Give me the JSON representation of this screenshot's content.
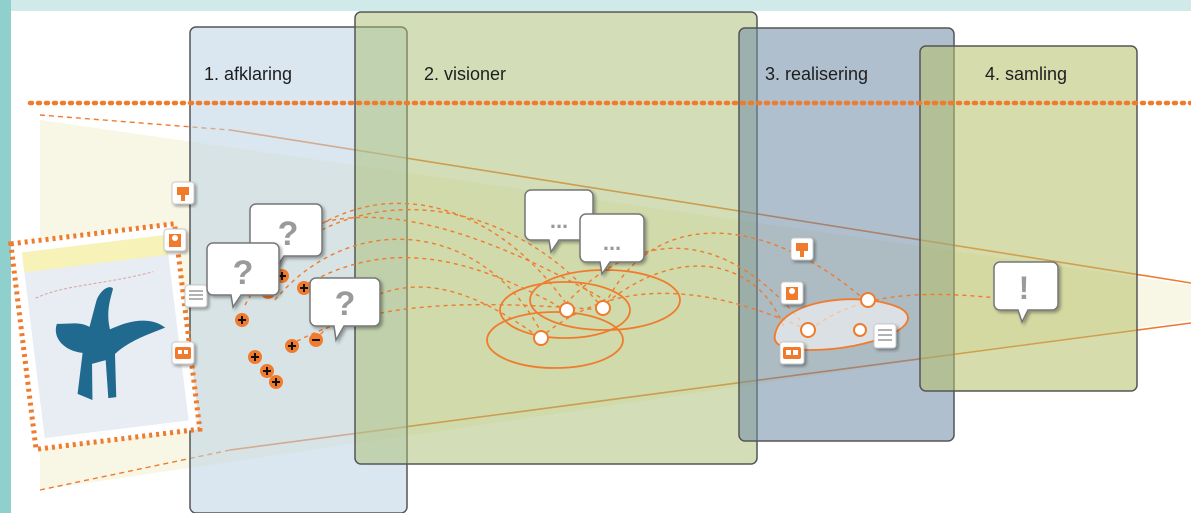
{
  "phases": [
    {
      "label": "1. afklaring"
    },
    {
      "label": "2. visioner"
    },
    {
      "label": "3. realisering"
    },
    {
      "label": "4. samling"
    }
  ],
  "bubbles": {
    "question": "?",
    "ellipsis": "...",
    "exclamation": "!"
  },
  "colors": {
    "accent": "#f07b2c",
    "phase1_fill": "#bcd3e3",
    "phase2_fill": "#a7bd72",
    "phase3_fill": "#6f8aa6",
    "phase4_fill": "#b6c06a",
    "heron": "#1f6a8e",
    "panel_border": "#555555"
  },
  "icons": {
    "plus": "plus-icon",
    "minus": "minus-icon",
    "camera": "camera-icon",
    "person": "person-icon",
    "document": "document-icon",
    "video": "video-icon"
  },
  "card_icon": "heron-card-icon"
}
